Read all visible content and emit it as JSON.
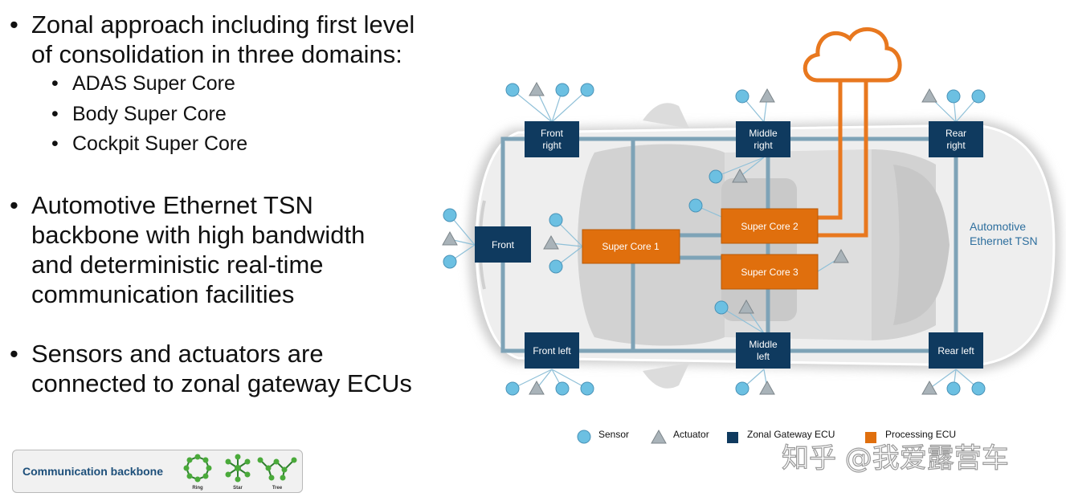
{
  "bullets": [
    {
      "lines": [
        "Zonal approach including first level",
        "of consolidation in three domains:"
      ],
      "sub": [
        "ADAS Super Core",
        "Body Super Core",
        "Cockpit Super Core"
      ]
    },
    {
      "lines": [
        "Automotive Ethernet TSN",
        "backbone with high bandwidth",
        "and deterministic real-time",
        "communication facilities"
      ]
    },
    {
      "lines": [
        "Sensors and actuators are",
        "connected to zonal gateway ECUs"
      ]
    }
  ],
  "bullet_glyph": "•",
  "backbone_legend": {
    "label": "Communication backbone",
    "topologies": [
      "Ring",
      "Star",
      "Tree"
    ]
  },
  "zonal_ecus": {
    "front_right": [
      "Front",
      "right"
    ],
    "middle_right": [
      "Middle",
      "right"
    ],
    "rear_right": [
      "Rear",
      "right"
    ],
    "front": "Front",
    "front_left": "Front left",
    "middle_left": [
      "Middle",
      "left"
    ],
    "rear_left": "Rear left"
  },
  "processing_ecus": {
    "super_core_1": "Super Core 1",
    "super_core_2": "Super Core 2",
    "super_core_3": "Super Core 3"
  },
  "network_label": [
    "Automotive",
    "Ethernet TSN"
  ],
  "legend": {
    "sensor": "Sensor",
    "actuator": "Actuator",
    "zonal_gateway": "Zonal Gateway ECU",
    "processing": "Processing ECU"
  },
  "watermark": "知乎 @我爱露营车",
  "colors": {
    "zonal_ecu": "#0f3a5f",
    "processing_ecu": "#e06f0d",
    "backbone": "#7ea3b7",
    "sensor": "#6cc0e2",
    "actuator": "#a9b3b9",
    "cloud_link": "#e8781f",
    "car_body": "#e6e6e6"
  }
}
